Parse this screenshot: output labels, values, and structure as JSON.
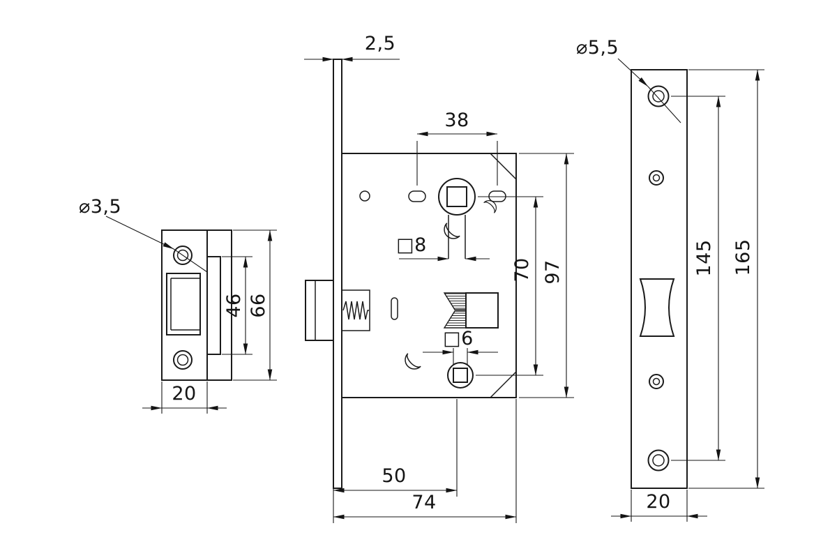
{
  "drawing": {
    "strike_plate": {
      "hole_dia": "⌀3,5",
      "inner_height": "46",
      "outer_height": "66",
      "width": "20"
    },
    "lock_body": {
      "faceplate_thickness": "2,5",
      "hole_spacing": "38",
      "spindle_top": "□8",
      "spindle_bottom": "□6",
      "follower_distance": "70",
      "height": "97",
      "backset": "50",
      "depth": "74"
    },
    "faceplate": {
      "hole_dia": "⌀5,5",
      "screw_spacing": "145",
      "height": "165",
      "width": "20"
    }
  }
}
